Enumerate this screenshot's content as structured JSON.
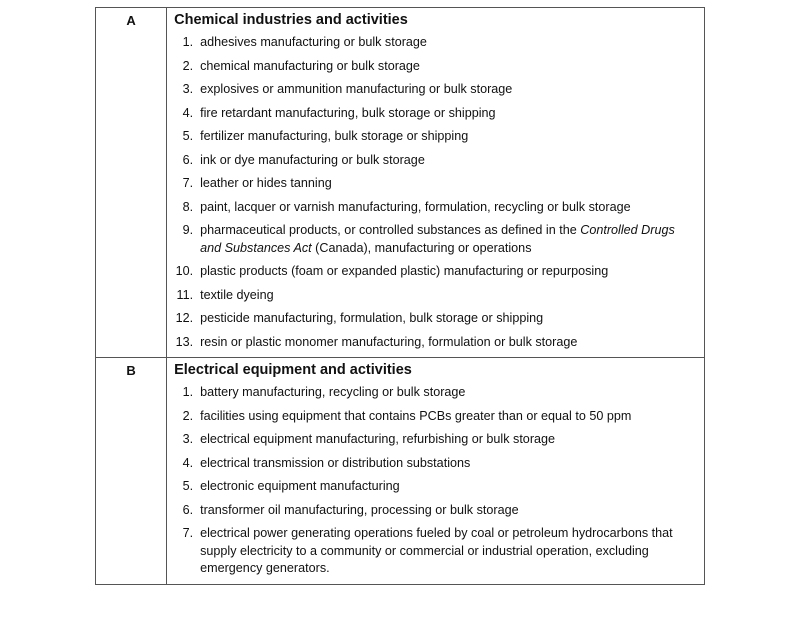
{
  "sections": [
    {
      "letter": "A",
      "title": "Chemical industries and activities",
      "items": [
        {
          "num": "1.",
          "text": "adhesives manufacturing or bulk storage"
        },
        {
          "num": "2.",
          "text": "chemical manufacturing or bulk storage"
        },
        {
          "num": "3.",
          "text": "explosives or ammunition manufacturing or bulk storage"
        },
        {
          "num": "4.",
          "text": "fire retardant manufacturing, bulk storage or shipping"
        },
        {
          "num": "5.",
          "text": "fertilizer manufacturing, bulk storage or shipping"
        },
        {
          "num": "6.",
          "text": "ink or dye manufacturing or bulk storage"
        },
        {
          "num": "7.",
          "text": "leather or hides tanning"
        },
        {
          "num": "8.",
          "text": "paint, lacquer or varnish manufacturing, formulation, recycling or bulk storage"
        },
        {
          "num": "9.",
          "text_before": "pharmaceutical products, or controlled substances as defined in the ",
          "text_italic": "Controlled Drugs and Substances Act",
          "text_after": " (Canada), manufacturing or operations"
        },
        {
          "num": "10.",
          "text": "plastic products (foam or expanded plastic) manufacturing or repurposing"
        },
        {
          "num": "11.",
          "text": "textile dyeing"
        },
        {
          "num": "12.",
          "text": "pesticide manufacturing, formulation, bulk storage or shipping"
        },
        {
          "num": "13.",
          "text": "resin or plastic monomer manufacturing, formulation or bulk storage"
        }
      ]
    },
    {
      "letter": "B",
      "title": "Electrical equipment and activities",
      "items": [
        {
          "num": "1.",
          "text": "battery manufacturing, recycling or bulk storage"
        },
        {
          "num": "2.",
          "text": "facilities using equipment that contains PCBs greater than or equal to 50 ppm"
        },
        {
          "num": "3.",
          "text": "electrical equipment manufacturing, refurbishing or bulk storage"
        },
        {
          "num": "4.",
          "text": "electrical transmission or distribution substations"
        },
        {
          "num": "5.",
          "text": "electronic equipment manufacturing"
        },
        {
          "num": "6.",
          "text": "transformer oil manufacturing, processing or bulk storage"
        },
        {
          "num": "7.",
          "text": "electrical power generating operations fueled by coal or petroleum hydrocarbons that supply electricity to a community or commercial or industrial operation, excluding emergency generators."
        }
      ]
    }
  ]
}
